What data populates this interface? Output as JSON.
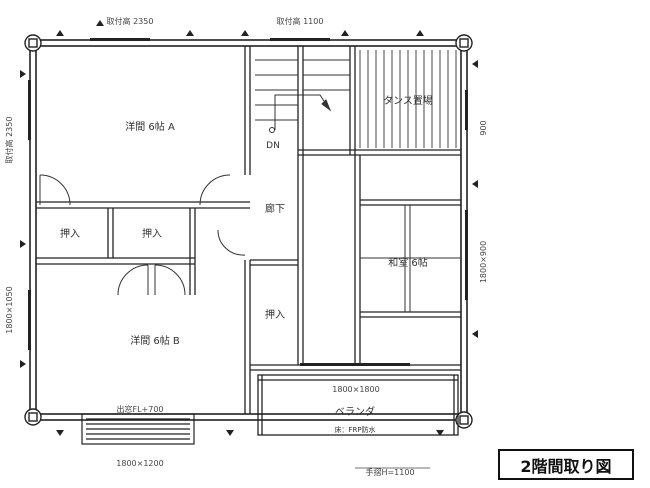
{
  "title": "2階間取り図",
  "rooms": {
    "western_a": "洋間 6帖 A",
    "western_b": "洋間 6帖 B",
    "closet_1": "押入",
    "closet_2": "押入",
    "closet_3": "押入",
    "japanese": "和室 6帖",
    "storage": "タンス置場",
    "hallway": "廊下",
    "stairs_dn": "DN",
    "veranda": "ベランダ",
    "veranda_floor": "床：FRP防水"
  },
  "dimensions": {
    "top_left": "取付高 2350",
    "top_mid": "取付高 1100",
    "left_upper": "取付高 2350",
    "left_lower": "1800×1050",
    "right_upper": "900",
    "right_lower": "1800×900",
    "balcony_window": "1800×1800",
    "bottom_left_note": "出窓FL+700",
    "bottom_left": "1800×1200",
    "bottom_right": "手摺H=1100"
  }
}
